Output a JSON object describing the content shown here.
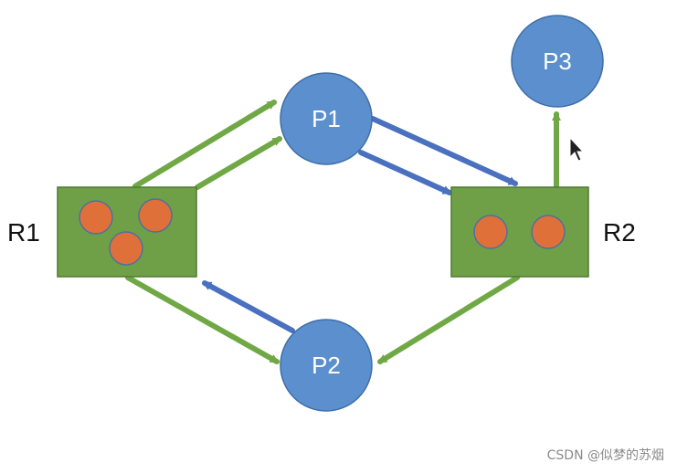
{
  "processes": {
    "p1": {
      "label": "P1"
    },
    "p2": {
      "label": "P2"
    },
    "p3": {
      "label": "P3"
    }
  },
  "resources": {
    "r1": {
      "label": "R1",
      "instances": 3
    },
    "r2": {
      "label": "R2",
      "instances": 2
    }
  },
  "edges": [
    {
      "from": "R1",
      "to": "P1",
      "type": "assignment"
    },
    {
      "from": "R1",
      "to": "P1",
      "type": "assignment"
    },
    {
      "from": "R1",
      "to": "P2",
      "type": "assignment"
    },
    {
      "from": "R2",
      "to": "P2",
      "type": "assignment"
    },
    {
      "from": "R2",
      "to": "P3",
      "type": "assignment"
    },
    {
      "from": "P1",
      "to": "R2",
      "type": "request"
    },
    {
      "from": "P1",
      "to": "R2",
      "type": "request"
    },
    {
      "from": "P2",
      "to": "R1",
      "type": "request"
    }
  ],
  "colors": {
    "process_fill": "#5b8fce",
    "process_stroke": "#3f6ea6",
    "resource_fill": "#6fa048",
    "resource_stroke": "#4f7a30",
    "instance_fill": "#e0703a",
    "instance_stroke": "#4f6fa0",
    "assignment_edge": "#70a845",
    "request_edge": "#4a70c0"
  },
  "watermark": "CSDN @似梦的苏烟"
}
